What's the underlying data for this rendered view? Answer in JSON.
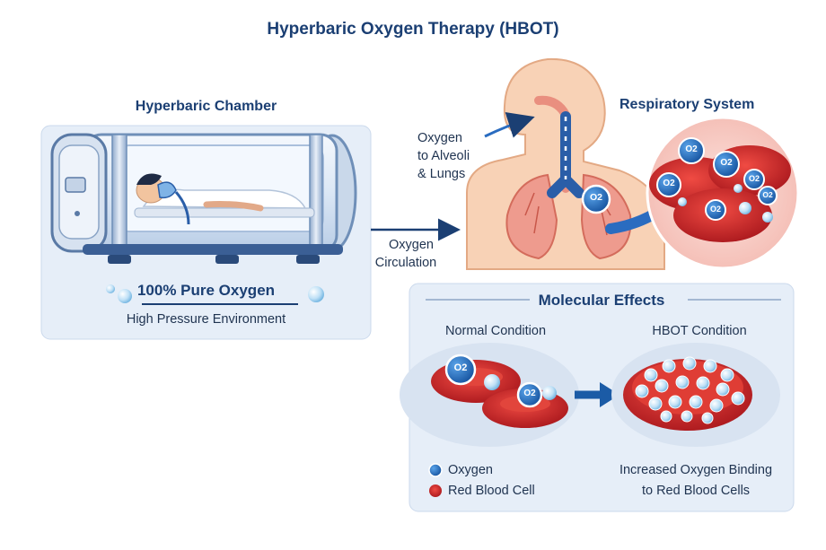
{
  "title": "Hyperbaric Oxygen Therapy (HBOT)",
  "chamber": {
    "heading": "Hyperbaric Chamber",
    "pure_oxygen": "100% Pure Oxygen",
    "environment": "High Pressure Environment"
  },
  "flow": {
    "circulation_line1": "Oxygen",
    "circulation_line2": "Circulation",
    "alveoli_line1": "Oxygen",
    "alveoli_line2": "to Alveoli",
    "alveoli_line3": "& Lungs"
  },
  "respiratory": {
    "heading": "Respiratory System",
    "o2_mark": "O2"
  },
  "molecular": {
    "heading": "Molecular Effects",
    "normal": "Normal Condition",
    "hbot": "HBOT Condition",
    "legend_oxygen": "Oxygen",
    "legend_rbc": "Red Blood Cell",
    "result_line1": "Increased Oxygen Binding",
    "result_line2": "to Red Blood Cells"
  },
  "colors": {
    "title": "#1b3f73",
    "accent_blue": "#2a6cc0",
    "blood_red": "#d0262a",
    "panel_bg": "#eaf1fa",
    "skin": "#f6c9a8"
  }
}
